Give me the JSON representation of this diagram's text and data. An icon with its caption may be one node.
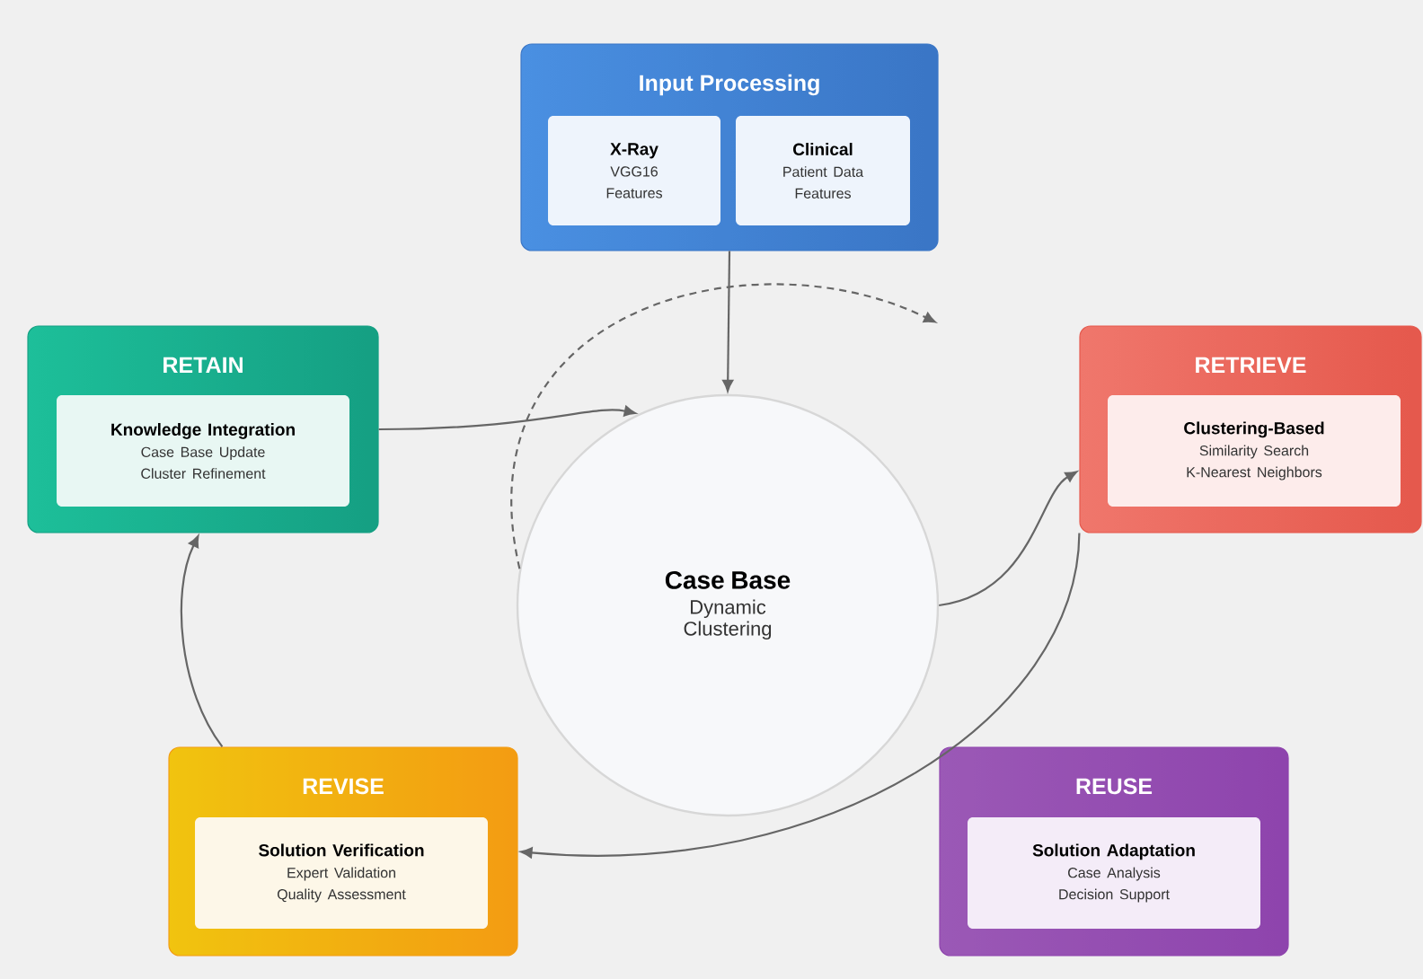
{
  "diagram": {
    "nodes": [
      {
        "text": [
          "Input Processing"
        ]
      },
      {
        "text": [
          "X-Ray",
          "VGG16 Features"
        ],
        "in": 0
      },
      {
        "text": [
          "Clinical",
          "Patient Data Features"
        ],
        "in": 0
      },
      {
        "text": [
          "RETAIN"
        ]
      },
      {
        "text": [
          "Knowledge Integration",
          "Case Base Update",
          "Cluster Refinement"
        ],
        "in": 3
      },
      {
        "text": [
          "Case Base",
          "Dynamic Clustering"
        ]
      },
      {
        "text": [
          "RETRIEVE"
        ]
      },
      {
        "text": [
          "Clustering-Based",
          "Similarity Search",
          "K-Nearest Neighbors"
        ],
        "in": 6
      },
      {
        "text": [
          "REVISE"
        ]
      },
      {
        "text": [
          "Solution Verification",
          "Expert Validation",
          "Quality Assessment"
        ],
        "in": 8
      },
      {
        "text": [
          "REUSE"
        ]
      },
      {
        "text": [
          "Solution Adaptation",
          "Case Analysis",
          "Decision Support"
        ],
        "in": 10
      }
    ],
    "edges": [
      {
        "from": 0,
        "to": 5,
        "arrow": "to"
      },
      {
        "from": 5,
        "to": 6,
        "arrow": "to"
      },
      {
        "from": 6,
        "to": 8,
        "arrow": "to"
      },
      {
        "from": 8,
        "to": 3,
        "arrow": "to"
      },
      {
        "from": 3,
        "to": 5,
        "arrow": "to"
      },
      {
        "from": 5,
        "to": null,
        "arrow": "to",
        "style": "dashed"
      }
    ]
  }
}
